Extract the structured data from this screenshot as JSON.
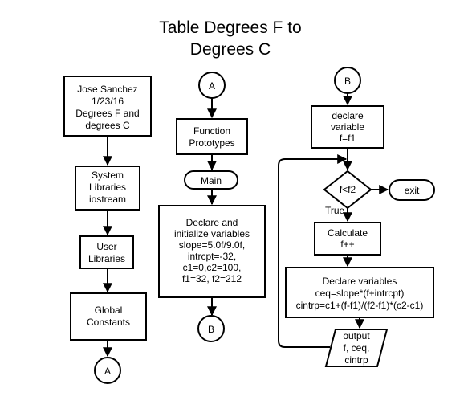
{
  "title": [
    "Table Degrees F to",
    "Degrees C"
  ],
  "column1": {
    "header": [
      "Jose Sanchez",
      "1/23/16",
      "Degrees F and",
      "degrees C"
    ],
    "system_libraries": [
      "System",
      "Libraries",
      "iostream"
    ],
    "user_libraries": [
      "User",
      "Libraries"
    ],
    "global_constants": [
      "Global",
      "Constants"
    ],
    "connector_out": "A"
  },
  "column2": {
    "connector_in": "A",
    "function_prototypes": [
      "Function",
      "Prototypes"
    ],
    "main": "Main",
    "declare": [
      "Declare and",
      "initialize variables",
      "slope=5.0f/9.0f,",
      "intrcpt=-32,",
      "c1=0,c2=100,",
      "f1=32, f2=212"
    ],
    "connector_out": "B"
  },
  "column3": {
    "connector_in": "B",
    "declare_f": [
      "declare",
      "variable",
      "f=f1"
    ],
    "decision": "f<f2",
    "exit": "exit",
    "true_label": "True",
    "calculate": [
      "Calculate",
      "f++"
    ],
    "declare_vars": [
      "Declare variables",
      "ceq=slope*(f+intrcpt)",
      "cintrp=c1+(f-f1)/(f2-f1)*(c2-c1)"
    ],
    "output": [
      "output",
      "f, ceq,",
      "cintrp"
    ]
  }
}
